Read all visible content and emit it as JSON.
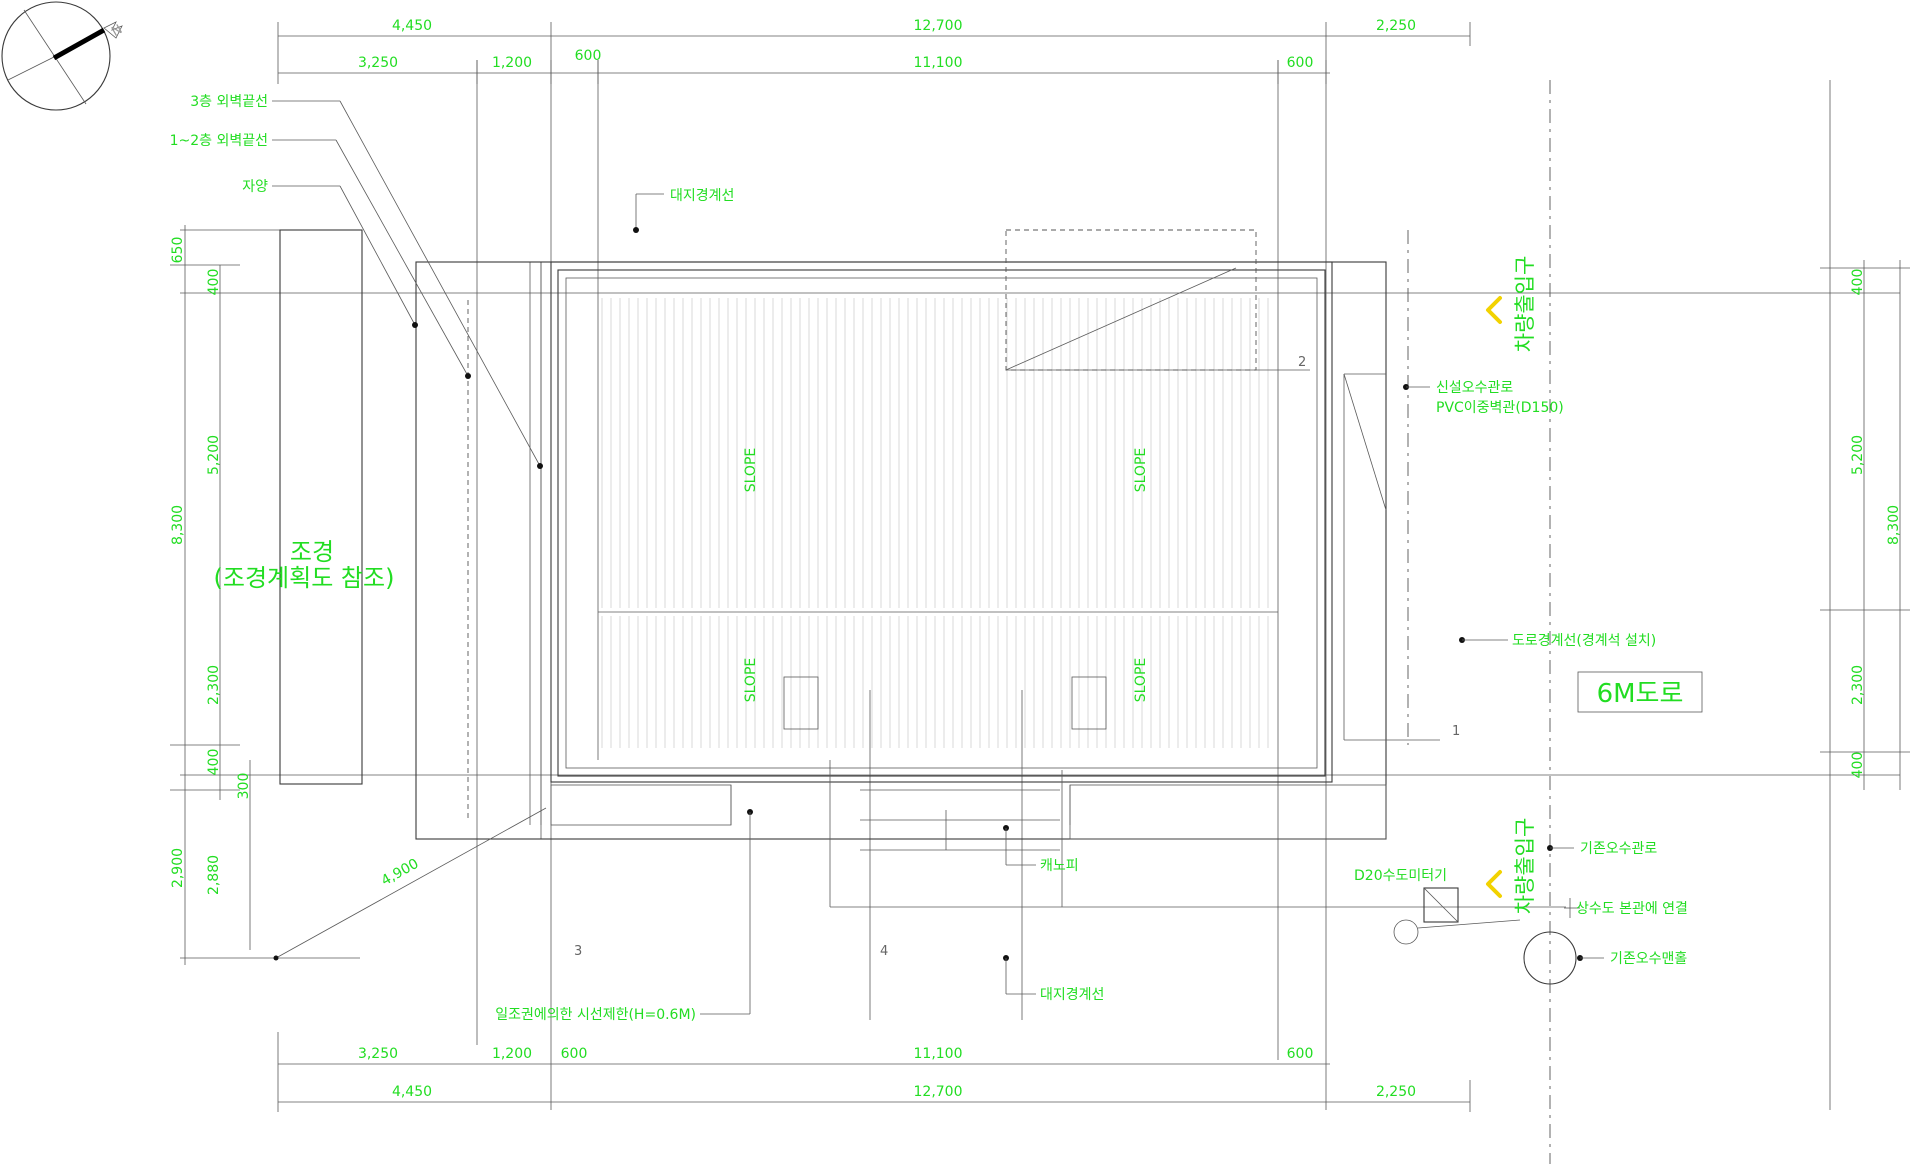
{
  "dims": {
    "top_total": [
      "4,450",
      "12,700",
      "2,250"
    ],
    "top_sub": [
      "3,250",
      "1,200",
      "600",
      "11,100",
      "600"
    ],
    "bottom_sub": [
      "3,250",
      "1,200",
      "600",
      "11,100",
      "600"
    ],
    "bottom_total": [
      "4,450",
      "12,700",
      "2,250"
    ],
    "left": [
      "650",
      "400",
      "5,200",
      "8,300",
      "2,300",
      "400",
      "300",
      "2,900",
      "2,880"
    ],
    "right": [
      "400",
      "5,200",
      "8,300",
      "2,300",
      "400"
    ],
    "diag": "4,900"
  },
  "labels": {
    "l3_wall": "3층 외벽끝선",
    "l12_wall": "1~2층 외벽끝선",
    "seatback": "자양",
    "site_boundary_top": "대지경계선",
    "landscape_title": "조경",
    "landscape_sub": "(조경계획도 참조)",
    "slope": "SLOPE",
    "new_sewer_1": "신설오수관로",
    "new_sewer_2": "PVC이중벽관(D150)",
    "road_boundary": "도로경계선(경계석 설치)",
    "road": "6M도로",
    "vehicle_entry": "차량출입구",
    "existing_sewer": "기존오수관로",
    "water_meter": "D20수도미터기",
    "water_connect": "상수도 본관에 연결",
    "existing_manhole": "기존오수맨홀",
    "canopy": "캐노피",
    "site_boundary_bottom": "대지경계선",
    "sight_fence": "일조권에의한 시선제한(H=0.6M)",
    "num_2": "2",
    "num_1": "1",
    "num_3": "3",
    "num_4": "4"
  },
  "colors": {
    "text": "#22dd22",
    "arrow": "#f2d200",
    "line": "#3a3a3a"
  },
  "icons": [
    "north-arrow-icon",
    "vehicle-entry-arrow-icon"
  ]
}
